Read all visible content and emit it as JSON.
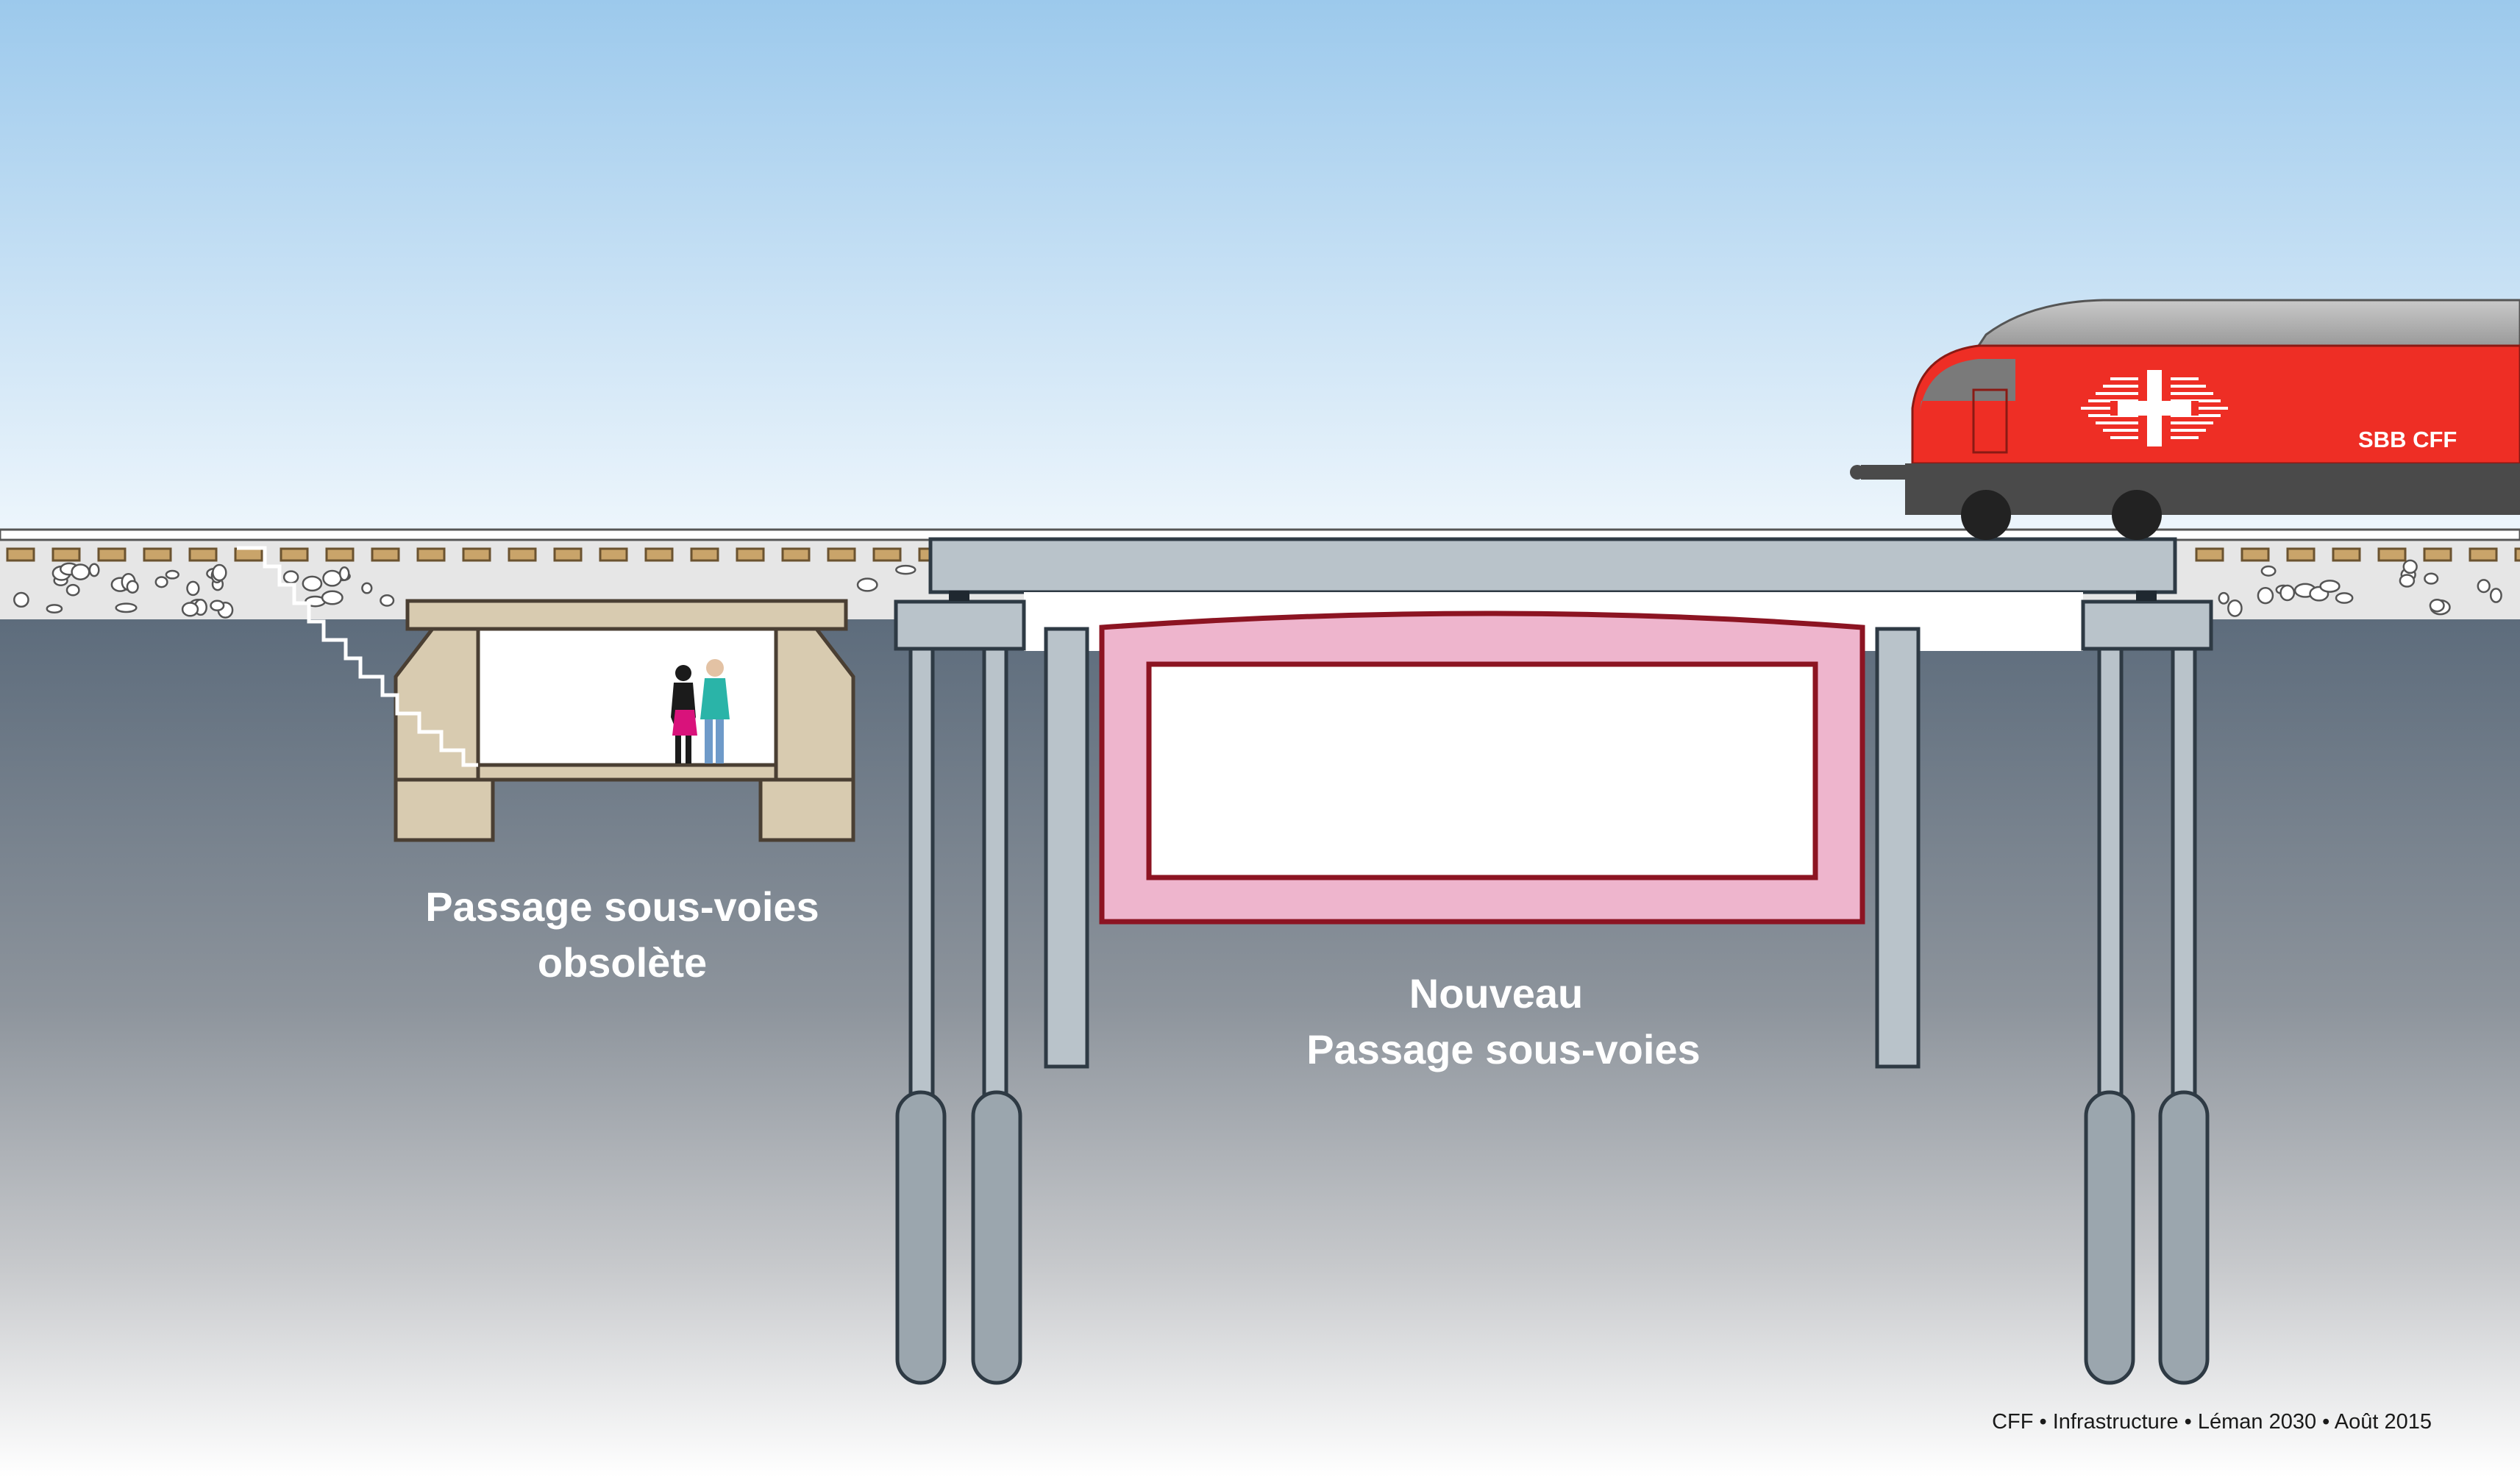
{
  "labels": {
    "old_passage_line1": "Passage sous-voies",
    "old_passage_line2": "obsolète",
    "new_passage_line1": "Nouveau",
    "new_passage_line2": "Passage sous-voies"
  },
  "train": {
    "brand": "SBB CFF"
  },
  "credit": "CFF • Infrastructure • Léman 2030 • Août 2015",
  "colors": {
    "sky_top": "#9cc9ec",
    "ground_top": "#5d6c7c",
    "ground_bottom": "#ffffff",
    "old_concrete": "#d8cbb0",
    "new_passage_fill": "#eeb5cd",
    "new_passage_outline": "#8c1422",
    "steel": "#b9c3ca",
    "train_red": "#ee2e25"
  },
  "icons": {
    "train_logo": "swiss-cross-arrows-icon",
    "pedestrians": "people-walking-icon"
  }
}
